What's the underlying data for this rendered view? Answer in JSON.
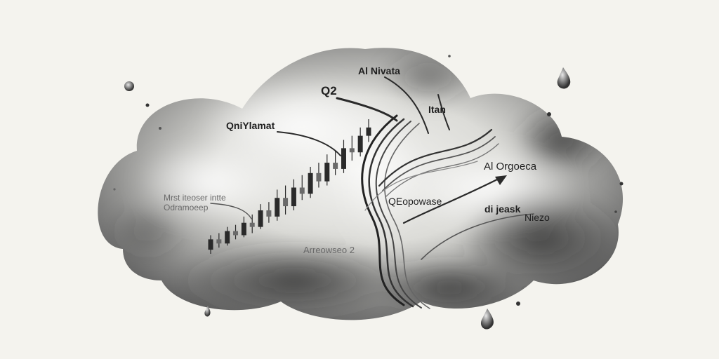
{
  "labels": {
    "ai_nivata": "Al Nivata",
    "q2": "Q2",
    "itan": "Itan",
    "qniylamat": "QniYlamat",
    "ai_orgoeca": "Al Orgoeca",
    "qeopowase": "QEopowase",
    "di_jeask": "di jeask",
    "niezo": "Niezo",
    "mrest_line1": "Mrst iteoser intte",
    "mrest_line2": "Odramoeep",
    "arrewseo": "Arreowseo 2"
  },
  "colors": {
    "background": "#f4f3ee",
    "ink": "#1f1f1f",
    "cloud_light": "#e6e6e2",
    "cloud_dark": "#3a3a3a"
  },
  "candles": [
    {
      "o": 3,
      "c": 8,
      "h": 10,
      "l": 1
    },
    {
      "o": 8,
      "c": 6,
      "h": 11,
      "l": 4
    },
    {
      "o": 6,
      "c": 12,
      "h": 14,
      "l": 5
    },
    {
      "o": 12,
      "c": 10,
      "h": 15,
      "l": 8
    },
    {
      "o": 10,
      "c": 16,
      "h": 19,
      "l": 9
    },
    {
      "o": 16,
      "c": 14,
      "h": 20,
      "l": 11
    },
    {
      "o": 14,
      "c": 22,
      "h": 25,
      "l": 13
    },
    {
      "o": 22,
      "c": 19,
      "h": 26,
      "l": 16
    },
    {
      "o": 19,
      "c": 28,
      "h": 32,
      "l": 17
    },
    {
      "o": 28,
      "c": 24,
      "h": 34,
      "l": 20
    },
    {
      "o": 24,
      "c": 33,
      "h": 37,
      "l": 22
    },
    {
      "o": 33,
      "c": 30,
      "h": 39,
      "l": 27
    },
    {
      "o": 30,
      "c": 40,
      "h": 43,
      "l": 28
    },
    {
      "o": 40,
      "c": 36,
      "h": 45,
      "l": 33
    },
    {
      "o": 36,
      "c": 45,
      "h": 49,
      "l": 34
    },
    {
      "o": 45,
      "c": 42,
      "h": 51,
      "l": 39
    },
    {
      "o": 42,
      "c": 52,
      "h": 56,
      "l": 40
    },
    {
      "o": 52,
      "c": 50,
      "h": 58,
      "l": 46
    },
    {
      "o": 50,
      "c": 58,
      "h": 62,
      "l": 48
    },
    {
      "o": 58,
      "c": 62,
      "h": 66,
      "l": 55
    }
  ]
}
